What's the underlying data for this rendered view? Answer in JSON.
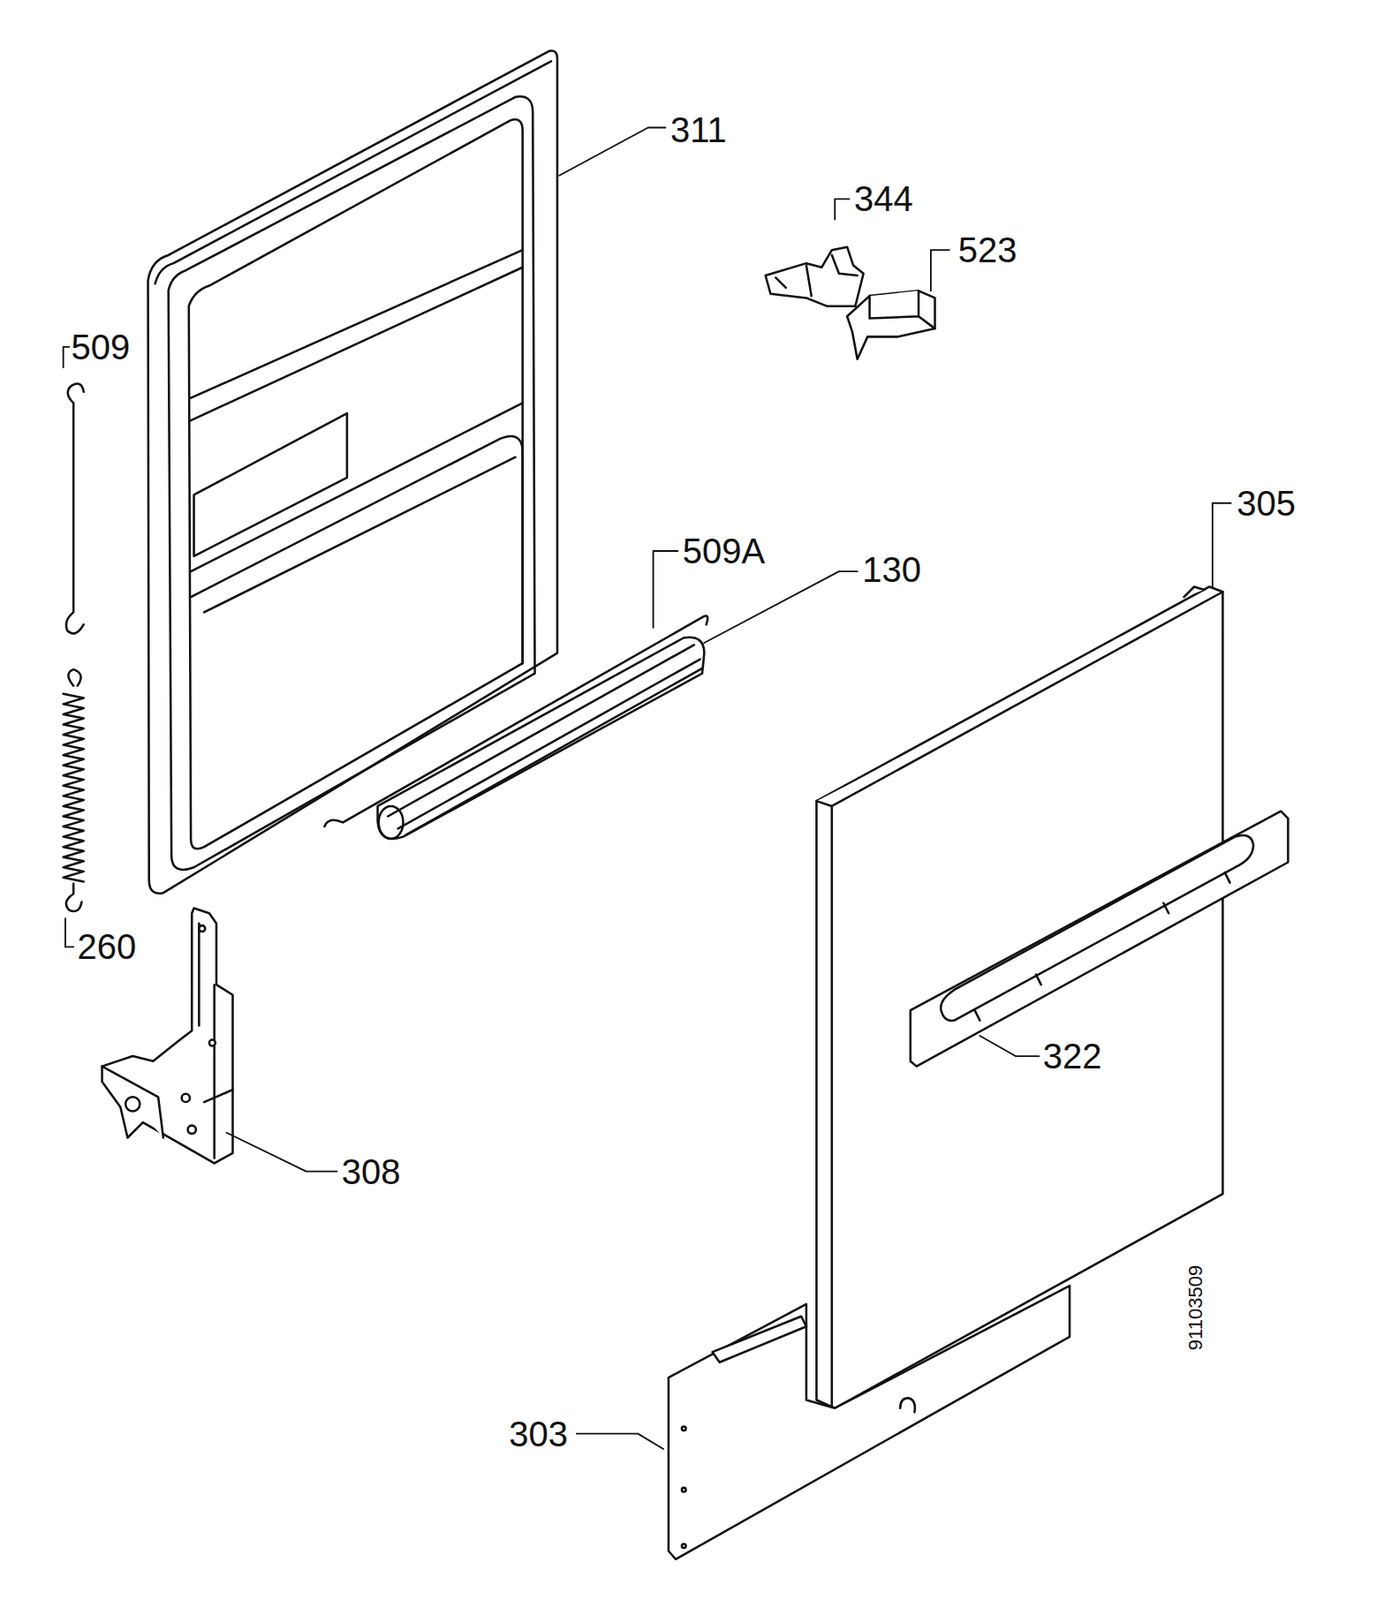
{
  "diagram": {
    "labels": [
      "311",
      "344",
      "523",
      "509",
      "305",
      "509A",
      "130",
      "260",
      "322",
      "308",
      "303",
      "91103509"
    ]
  }
}
